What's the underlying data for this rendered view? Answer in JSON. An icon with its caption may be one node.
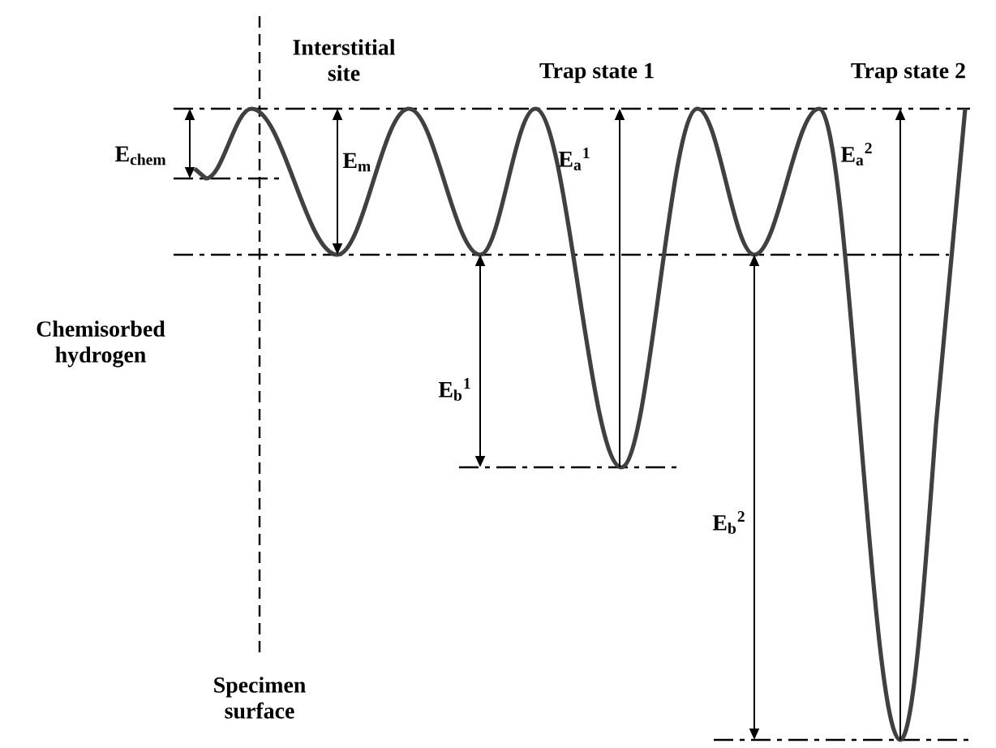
{
  "diagram": {
    "labels": [
      "Interstitial site",
      "Trap state 1",
      "Trap state 2",
      "E$_{chem}$",
      "E$_{m}$",
      "E$_{a}$$^{1}$",
      "E$_{a}$$^{2}$",
      "Chemisorbed hydrogen",
      "E$_{b}$$^{1}$",
      "E$_{b}$$^{2}$",
      "Specimen surface"
    ]
  }
}
